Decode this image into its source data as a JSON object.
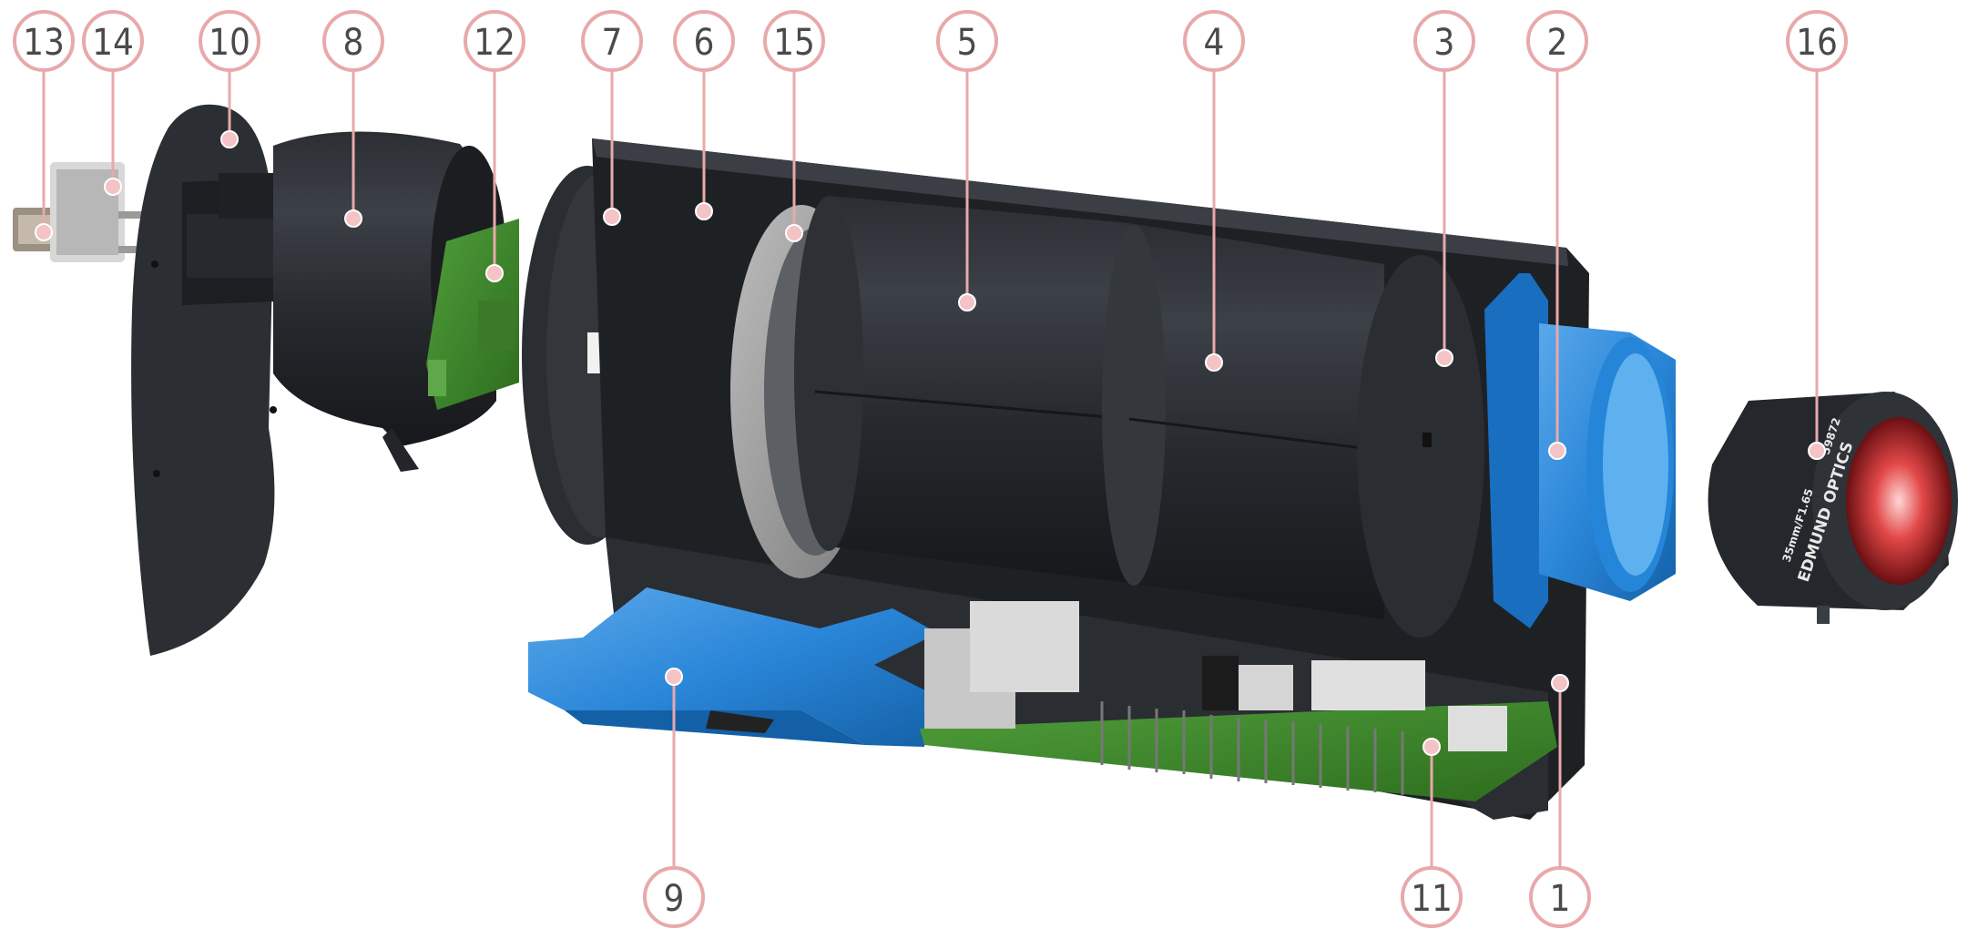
{
  "diagram": {
    "callout_color": "#e8a9ab",
    "dot_color": "#f3c3c5",
    "callouts": [
      {
        "id": "13",
        "label": "13"
      },
      {
        "id": "14",
        "label": "14"
      },
      {
        "id": "10",
        "label": "10"
      },
      {
        "id": "8",
        "label": "8"
      },
      {
        "id": "12",
        "label": "12"
      },
      {
        "id": "7",
        "label": "7"
      },
      {
        "id": "6",
        "label": "6"
      },
      {
        "id": "15",
        "label": "15"
      },
      {
        "id": "5",
        "label": "5"
      },
      {
        "id": "4",
        "label": "4"
      },
      {
        "id": "3",
        "label": "3"
      },
      {
        "id": "2",
        "label": "2"
      },
      {
        "id": "16",
        "label": "16"
      },
      {
        "id": "9",
        "label": "9"
      },
      {
        "id": "11",
        "label": "11"
      },
      {
        "id": "1",
        "label": "1"
      }
    ],
    "lens_text": {
      "brand": "EDMUND OPTICS",
      "part": "59872",
      "spec": "35mm/F1.65"
    }
  }
}
